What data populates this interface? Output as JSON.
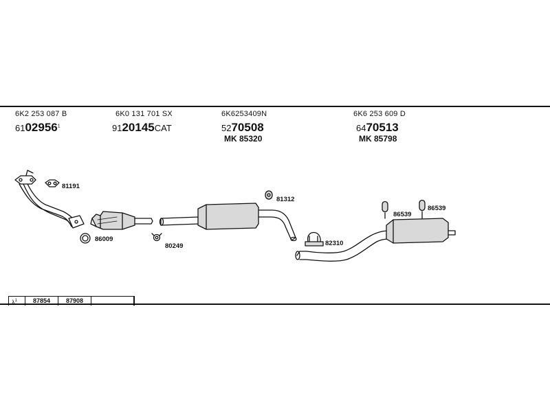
{
  "parts": [
    {
      "code": "6K2 253 087 B",
      "num_prefix": "61",
      "num_main": "02956",
      "num_suffix": "",
      "sup": "1",
      "mk": ""
    },
    {
      "code": "6K0 131 701 SX",
      "num_prefix": "91",
      "num_main": "20145",
      "num_suffix": "CAT",
      "sup": "",
      "mk": ""
    },
    {
      "code": "6K6253409N",
      "num_prefix": "52",
      "num_main": "70508",
      "num_suffix": "",
      "sup": "",
      "mk": "MK 85320"
    },
    {
      "code": "6K6 253 609 D",
      "num_prefix": "64",
      "num_main": "70513",
      "num_suffix": "",
      "sup": "",
      "mk": "MK 85798"
    }
  ],
  "callouts": {
    "c81191": "81191",
    "c86009": "86009",
    "c80249": "80249",
    "c81312": "81312",
    "c82310": "82310",
    "c86539a": "86539",
    "c86539b": "86539"
  },
  "footer": {
    "symbol": "λ",
    "sup": "1",
    "code1": "87854",
    "code2": "87908"
  },
  "colors": {
    "ink": "#111111",
    "fill": "#d9d9d9",
    "background": "#ffffff"
  }
}
